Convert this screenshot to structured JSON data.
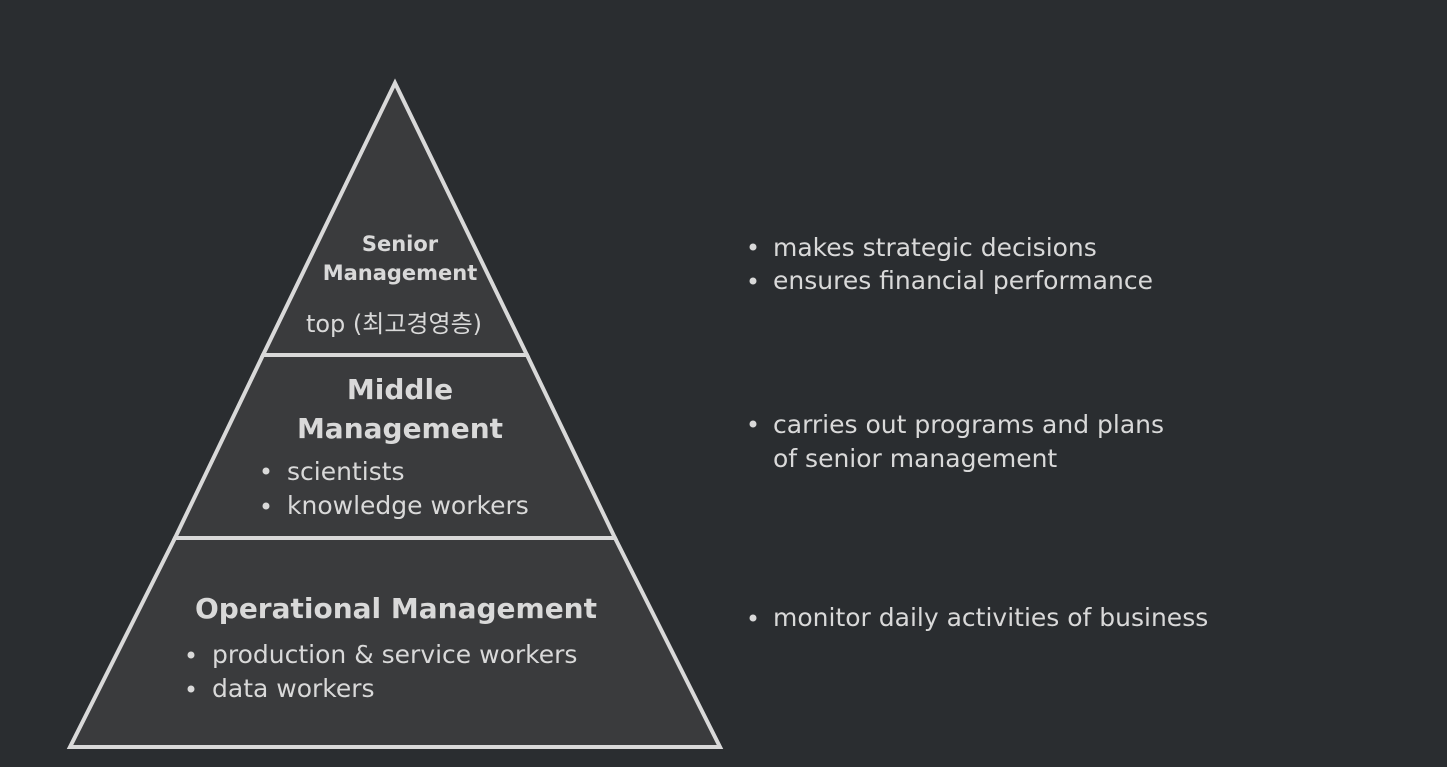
{
  "colors": {
    "background": "#2a2d30",
    "pyramid_fill": "#3a3b3d",
    "pyramid_stroke": "#d9d9d9",
    "text": "#d9d9d9"
  },
  "pyramid": {
    "senior": {
      "title_line1": "Senior",
      "title_line2": "Management",
      "subtitle": "top (최고경영층)"
    },
    "middle": {
      "title_line1": "Middle",
      "title_line2": "Management",
      "items": [
        "scientists",
        "knowledge workers"
      ]
    },
    "operational": {
      "title": "Operational Management",
      "items": [
        "production & service workers",
        "data workers"
      ]
    }
  },
  "descriptions": {
    "senior": [
      "makes strategic decisions",
      "ensures financial performance"
    ],
    "middle": [
      "carries out programs and plans",
      "of senior management"
    ],
    "operational": [
      "monitor daily activities of business"
    ]
  }
}
